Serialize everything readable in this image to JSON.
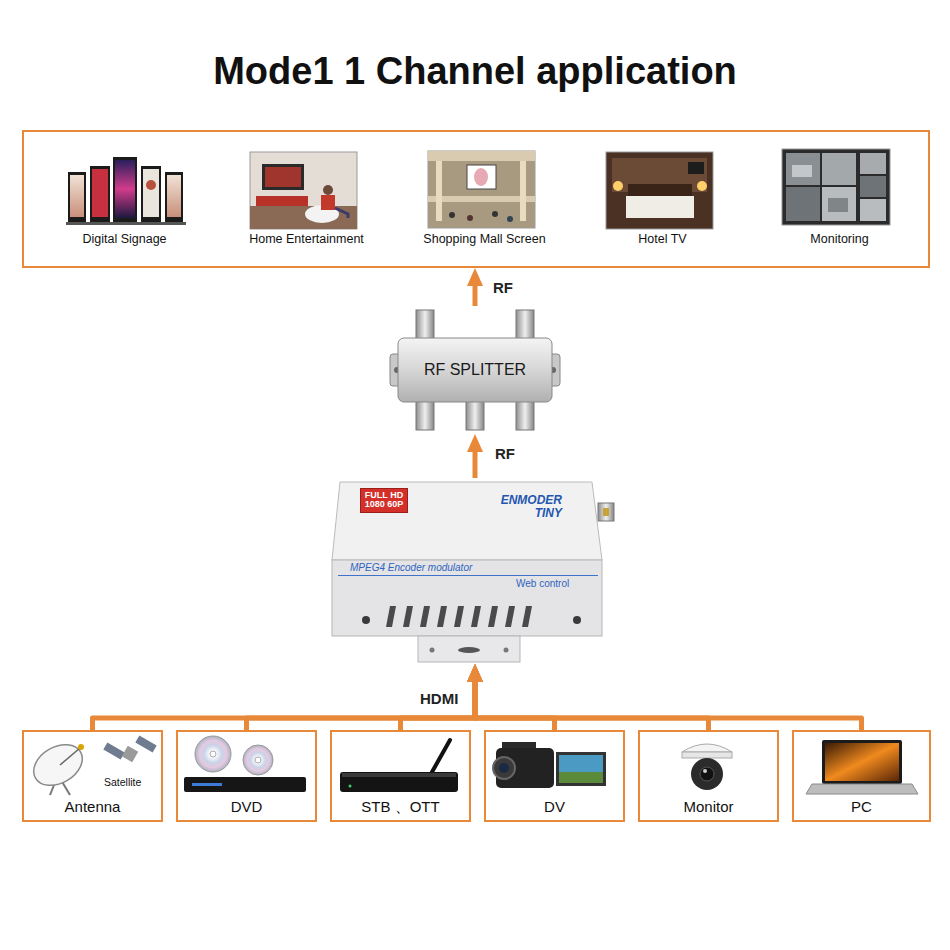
{
  "diagram": {
    "title": "Mode1 1 Channel application",
    "nodes": [
      {
        "text": []
      },
      {
        "text": [
          "Digital Signage"
        ],
        "in": 0
      },
      {
        "text": [
          "Home Entertainment"
        ],
        "in": 0
      },
      {
        "text": [
          "Shopping Mall Screen"
        ],
        "in": 0
      },
      {
        "text": [
          "Hotel TV"
        ],
        "in": 0
      },
      {
        "text": [
          "Monitoring"
        ],
        "in": 0
      },
      {
        "text": [
          "RF SPLITTER"
        ]
      },
      {
        "text": [
          "FULL HD 1080 60P",
          "ENMODER TINY",
          "MPEG4 Encoder modulator",
          "Web control"
        ]
      },
      {
        "text": [
          "Satellite",
          "Antenna"
        ]
      },
      {
        "text": [
          "DVD"
        ]
      },
      {
        "text": [
          "STB 、OTT"
        ]
      },
      {
        "text": [
          "DV"
        ]
      },
      {
        "text": [
          "Monitor"
        ]
      },
      {
        "text": [
          "PC"
        ]
      }
    ],
    "edges": [
      {
        "from": 6,
        "to": 0,
        "label": "RF",
        "arrow": "to"
      },
      {
        "from": 7,
        "to": 6,
        "label": "RF",
        "arrow": "to"
      },
      {
        "from": 8,
        "to": 7,
        "arrow": "to"
      },
      {
        "from": 9,
        "to": 7,
        "arrow": "to"
      },
      {
        "from": 10,
        "to": 7,
        "label": "HDMI",
        "arrow": "to"
      },
      {
        "from": 11,
        "to": 7,
        "arrow": "to"
      },
      {
        "from": 12,
        "to": 7,
        "arrow": "to"
      },
      {
        "from": 13,
        "to": 7,
        "arrow": "to"
      }
    ]
  }
}
